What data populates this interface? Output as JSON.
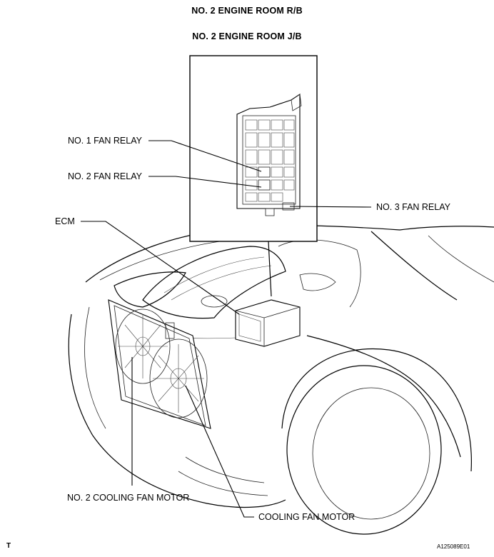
{
  "titles": {
    "relay_block": "NO. 2 ENGINE ROOM R/B",
    "junction_block": "NO. 2 ENGINE ROOM J/B"
  },
  "callouts": {
    "fan_relay_1": "NO. 1 FAN RELAY",
    "fan_relay_2": "NO. 2 FAN RELAY",
    "fan_relay_3": "NO. 3 FAN RELAY",
    "ecm": "ECM",
    "cooling_fan_motor_2": "NO. 2 COOLING FAN MOTOR",
    "cooling_fan_motor": "COOLING FAN MOTOR"
  },
  "footer": {
    "section_code": "T",
    "figure_id": "A125089E01"
  }
}
